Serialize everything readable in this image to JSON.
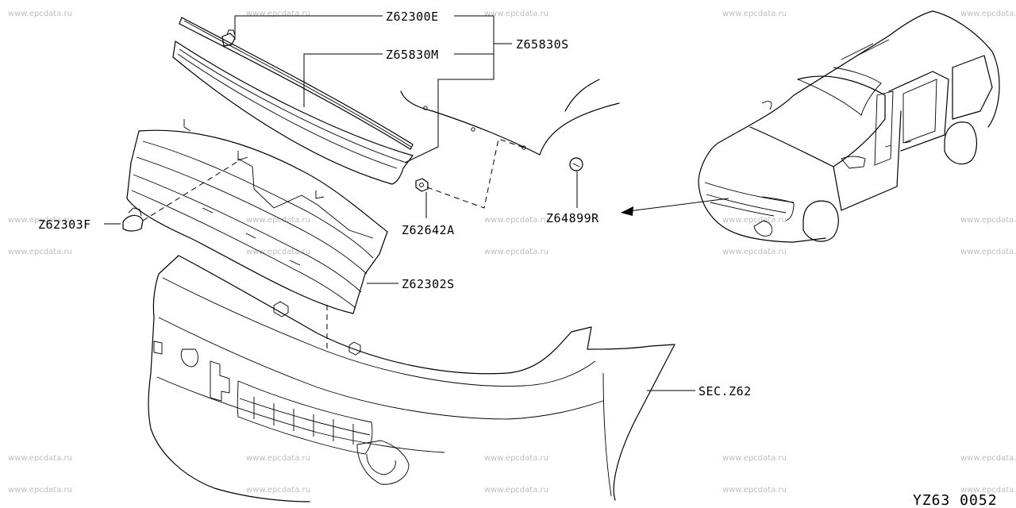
{
  "watermark": "www.epcdata.ru",
  "callouts": {
    "upper_molding": "Z62300E",
    "molding_assembly": "Z65830M",
    "molding_set": "Z65830S",
    "grille_clip": "Z62303F",
    "grille_nut": "Z62642A",
    "grommet": "Z64899R",
    "radiator_grille": "Z62302S",
    "bumper_section": "SEC.Z62"
  },
  "drawing_ref": "YZ63 0052"
}
